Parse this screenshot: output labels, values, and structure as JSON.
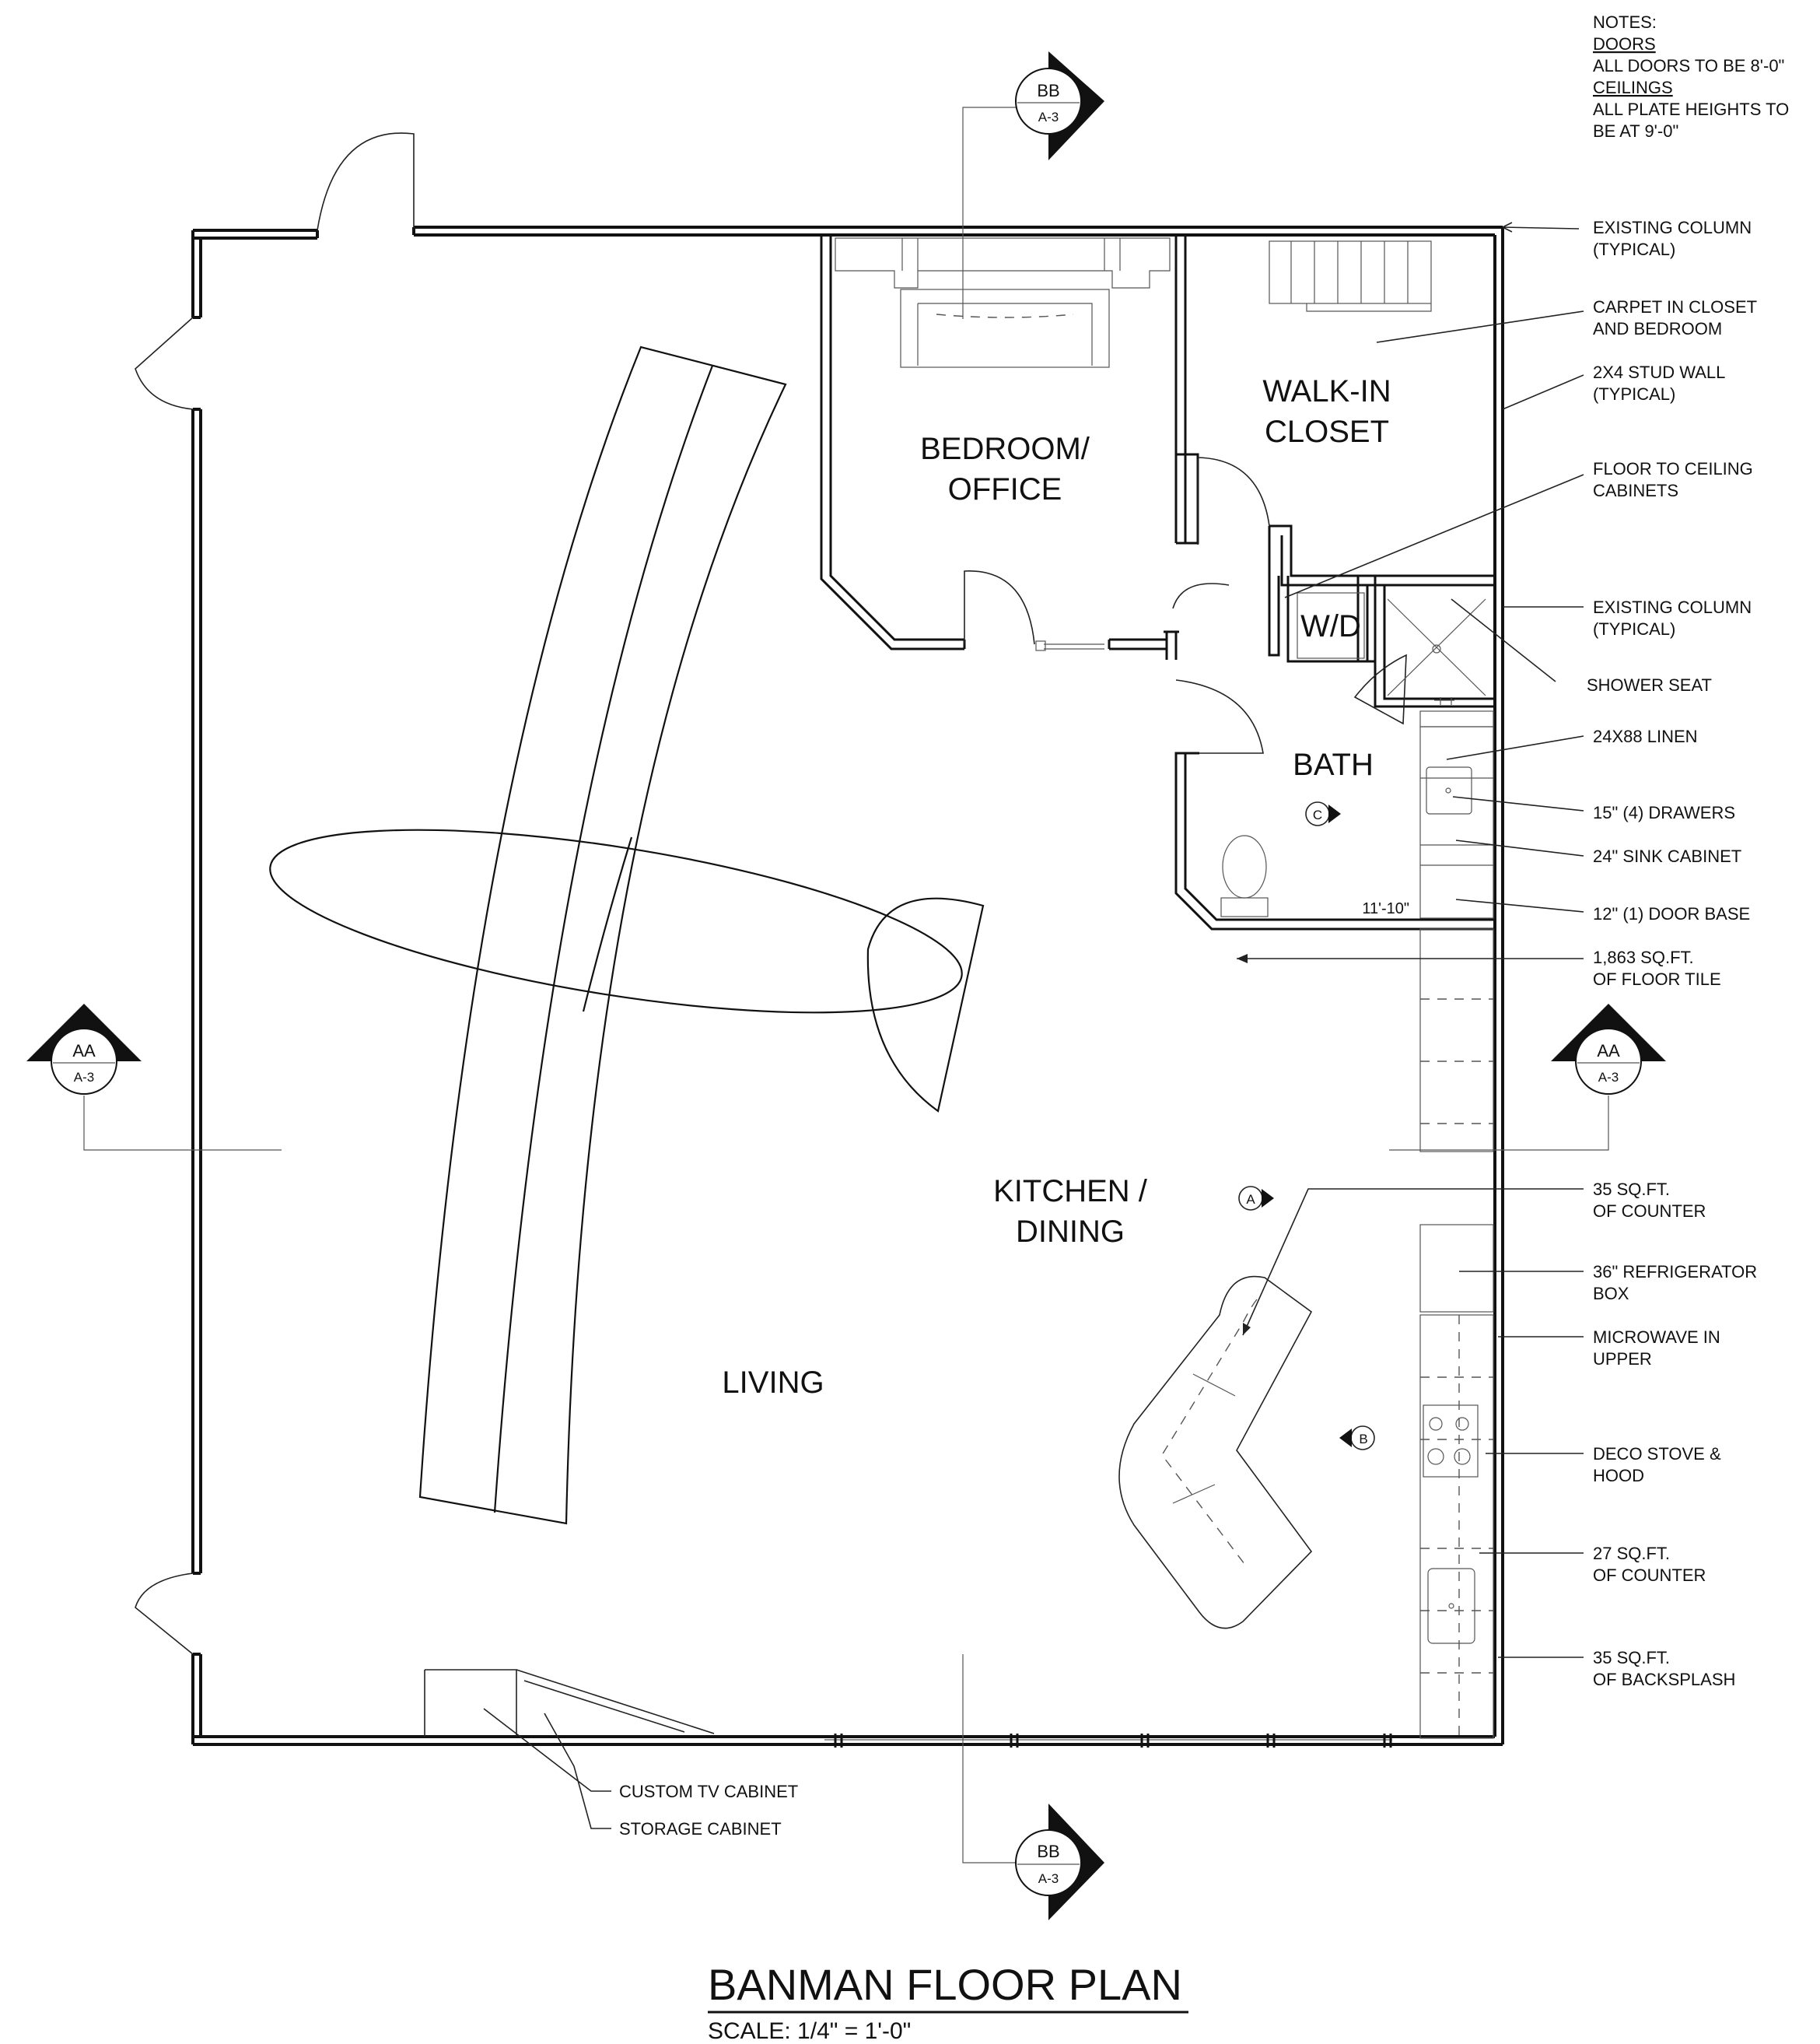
{
  "title": {
    "main": "BANMAN FLOOR PLAN",
    "scale": "SCALE: 1/4\" = 1'-0\""
  },
  "notes": {
    "heading": "NOTES:",
    "doors_heading": "DOORS",
    "doors_text": "ALL DOORS TO BE 8'-0\"",
    "ceilings_heading": "CEILINGS",
    "ceilings_line1": "ALL PLATE HEIGHTS TO",
    "ceilings_line2": "BE AT 9'-0\""
  },
  "rooms": {
    "bedroom_line1": "BEDROOM/",
    "bedroom_line2": "OFFICE",
    "closet_line1": "WALK-IN",
    "closet_line2": "CLOSET",
    "wd": "W/D",
    "bath": "BATH",
    "kitchen_line1": "KITCHEN /",
    "kitchen_line2": "DINING",
    "living": "LIVING"
  },
  "dimension": "11'-10\"",
  "section_tags": {
    "bb_label": "BB",
    "aa_label": "AA",
    "sheet_ref": "A-3"
  },
  "elevation_markers": {
    "a": "A",
    "b": "B",
    "c": "C"
  },
  "callouts": [
    {
      "line1": "EXISTING COLUMN",
      "line2": "(TYPICAL)"
    },
    {
      "line1": "CARPET IN CLOSET",
      "line2": "AND BEDROOM"
    },
    {
      "line1": "2X4 STUD WALL",
      "line2": "(TYPICAL)"
    },
    {
      "line1": "FLOOR TO CEILING",
      "line2": "CABINETS"
    },
    {
      "line1": "EXISTING COLUMN",
      "line2": "(TYPICAL)"
    },
    {
      "line1": "SHOWER SEAT",
      "line2": ""
    },
    {
      "line1": "24X88 LINEN",
      "line2": ""
    },
    {
      "line1": "15\" (4) DRAWERS",
      "line2": ""
    },
    {
      "line1": "24\" SINK CABINET",
      "line2": ""
    },
    {
      "line1": "12\" (1) DOOR BASE",
      "line2": ""
    },
    {
      "line1": "1,863 SQ.FT.",
      "line2": "OF FLOOR TILE"
    },
    {
      "line1": "35 SQ.FT.",
      "line2": "OF COUNTER"
    },
    {
      "line1": "36\" REFRIGERATOR",
      "line2": "BOX"
    },
    {
      "line1": "MICROWAVE IN",
      "line2": "UPPER"
    },
    {
      "line1": "DECO STOVE &",
      "line2": "HOOD"
    },
    {
      "line1": "27 SQ.FT.",
      "line2": "OF COUNTER"
    },
    {
      "line1": "35 SQ.FT.",
      "line2": "OF BACKSPLASH"
    }
  ],
  "bottom_callouts": {
    "tv_cabinet": "CUSTOM TV CABINET",
    "storage_cabinet": "STORAGE CABINET"
  }
}
